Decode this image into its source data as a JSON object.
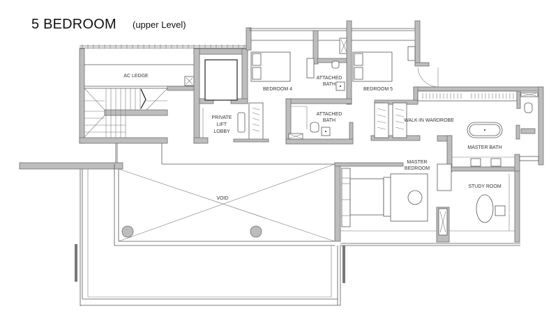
{
  "header": {
    "title": "5 BEDROOM",
    "subtitle": "(upper Level)"
  },
  "rooms": {
    "ac_ledge": "AC LEDGE",
    "private_lift_lobby": [
      "PRIVATE",
      "LIFT",
      "LOBBY"
    ],
    "bedroom_4": "BEDROOM 4",
    "attached_bath_1": [
      "ATTACHED",
      "BATH"
    ],
    "attached_bath_2": [
      "ATTACHED",
      "BATH"
    ],
    "bedroom_5": "BEDROOM 5",
    "walk_in_wardrobe": "WALK-IN WARDROBE",
    "master_bath": "MASTER BATH",
    "master_bedroom": [
      "MASTER",
      "BEDROOM"
    ],
    "study_room": "STUDY ROOM",
    "void": "VOID"
  },
  "colors": {
    "wall_fill": "#bdbdbd",
    "wall_stroke": "#6e6e6e",
    "line": "#555555",
    "background": "#ffffff"
  }
}
